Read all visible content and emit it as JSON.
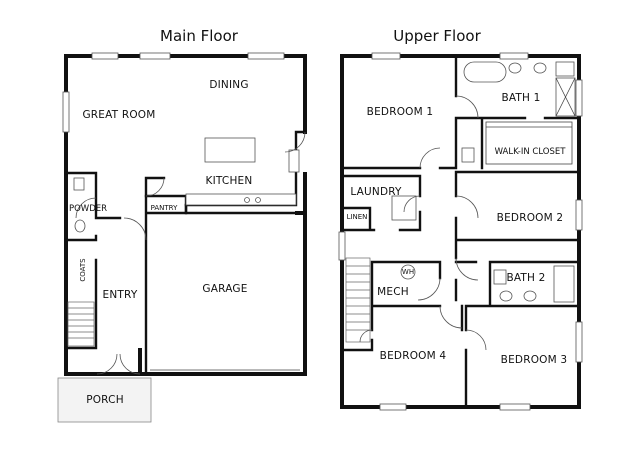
{
  "floors": {
    "main": {
      "title": "Main Floor",
      "rooms": {
        "great_room": "GREAT ROOM",
        "dining": "DINING",
        "kitchen": "KITCHEN",
        "pantry": "PANTRY",
        "powder": "POWDER",
        "coats": "COATS",
        "entry": "ENTRY",
        "garage": "GARAGE",
        "porch": "PORCH"
      }
    },
    "upper": {
      "title": "Upper Floor",
      "rooms": {
        "bedroom1": "BEDROOM 1",
        "bath1": "BATH 1",
        "walk_in_closet": "WALK-IN CLOSET",
        "laundry": "LAUNDRY",
        "linen": "LINEN",
        "bedroom2": "BEDROOM 2",
        "wh": "WH",
        "mech": "MECH",
        "bath2": "BATH 2",
        "bedroom4": "BEDROOM 4",
        "bedroom3": "BEDROOM 3"
      }
    }
  }
}
